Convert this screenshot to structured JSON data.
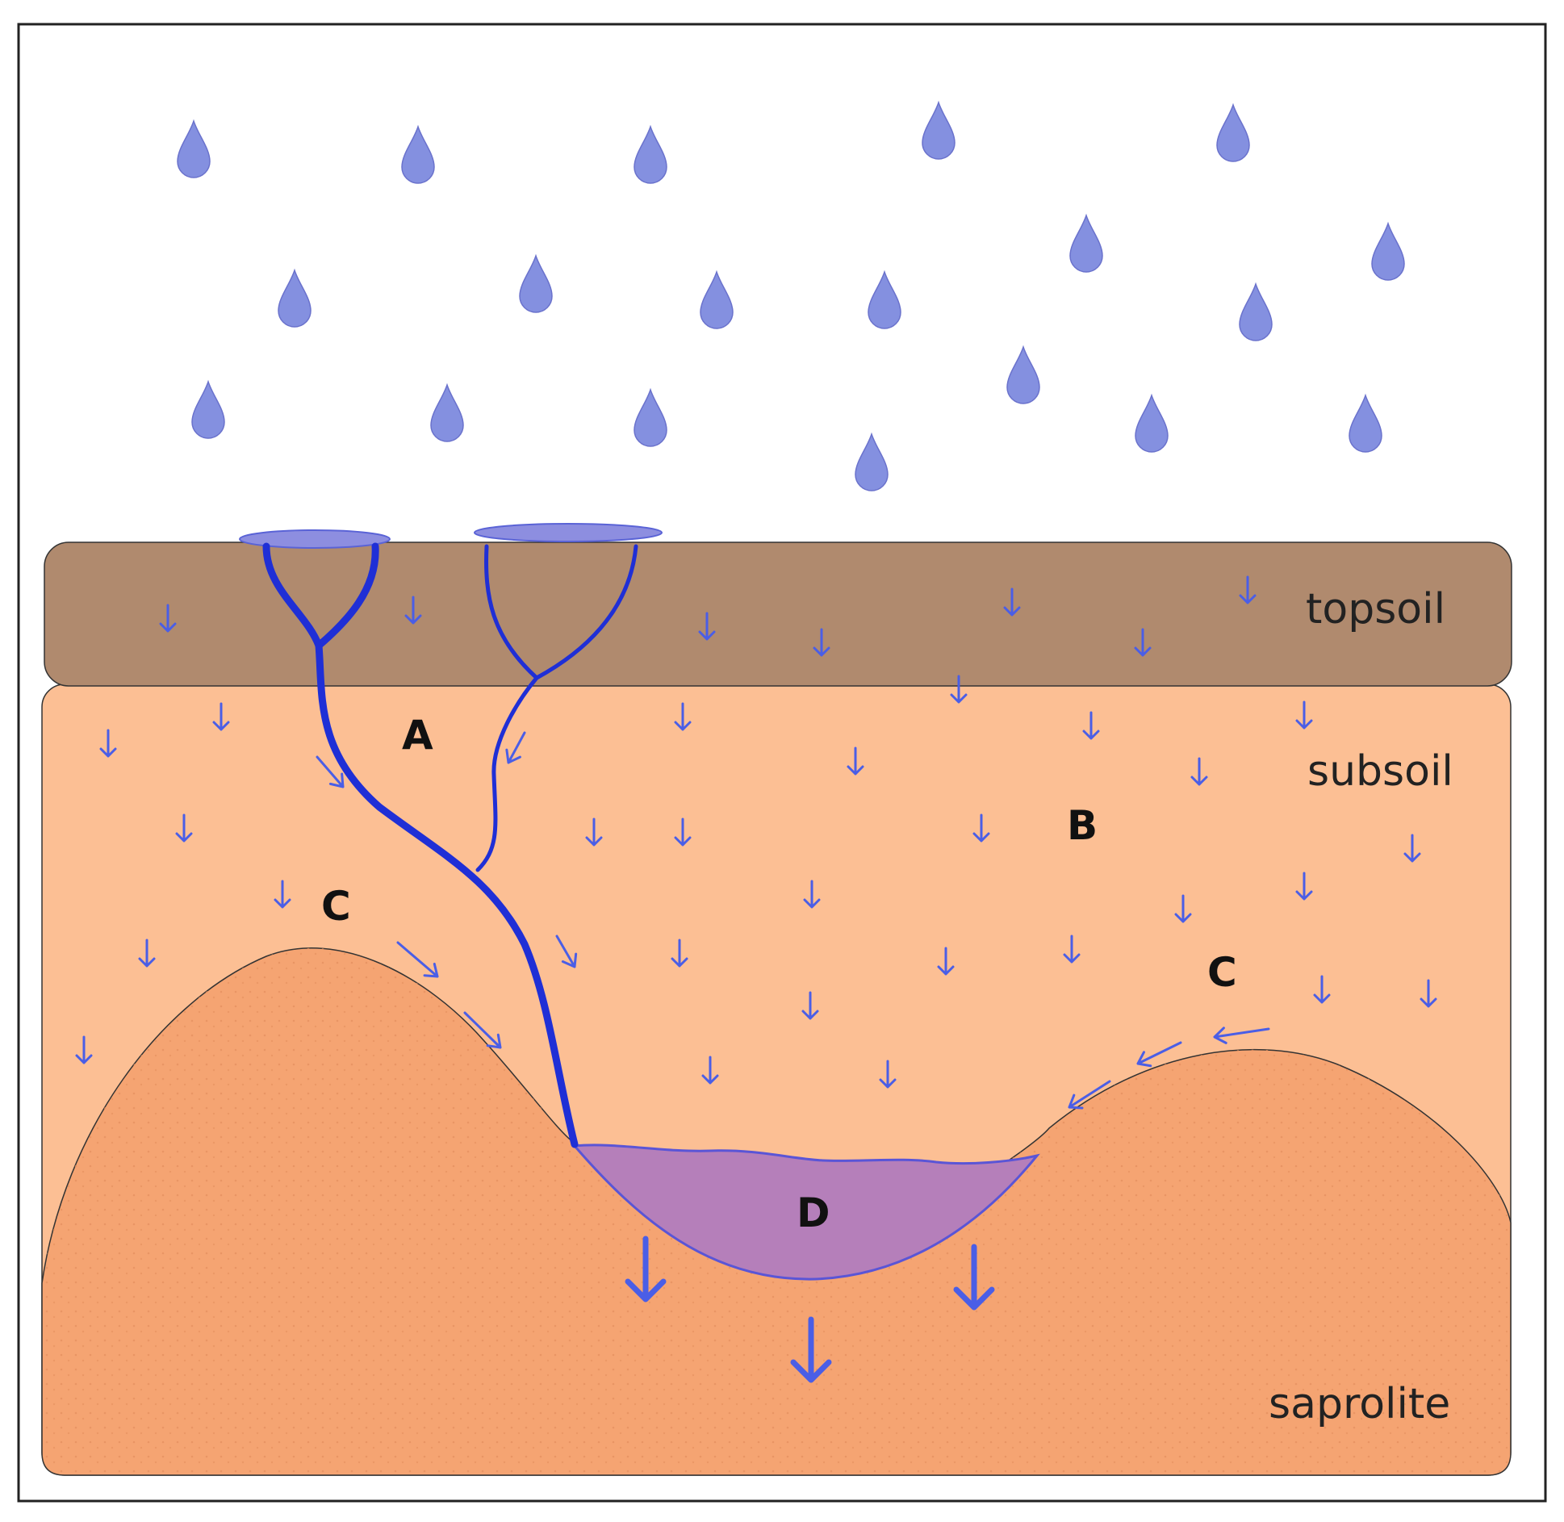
{
  "layers": {
    "topsoil": "topsoil",
    "subsoil": "subsoil",
    "saprolite": "saprolite"
  },
  "labels": {
    "a": "A",
    "b": "B",
    "c_left": "C",
    "c_right": "C",
    "d": "D"
  },
  "colors": {
    "rain": "#8490e0",
    "water_path": "#1f2fd6",
    "topsoil": "#b08a6e",
    "subsoil": "#fcbf94",
    "saprolite": "#f5a472",
    "pond": "#b57fba",
    "arrow": "#4a5ee6"
  }
}
